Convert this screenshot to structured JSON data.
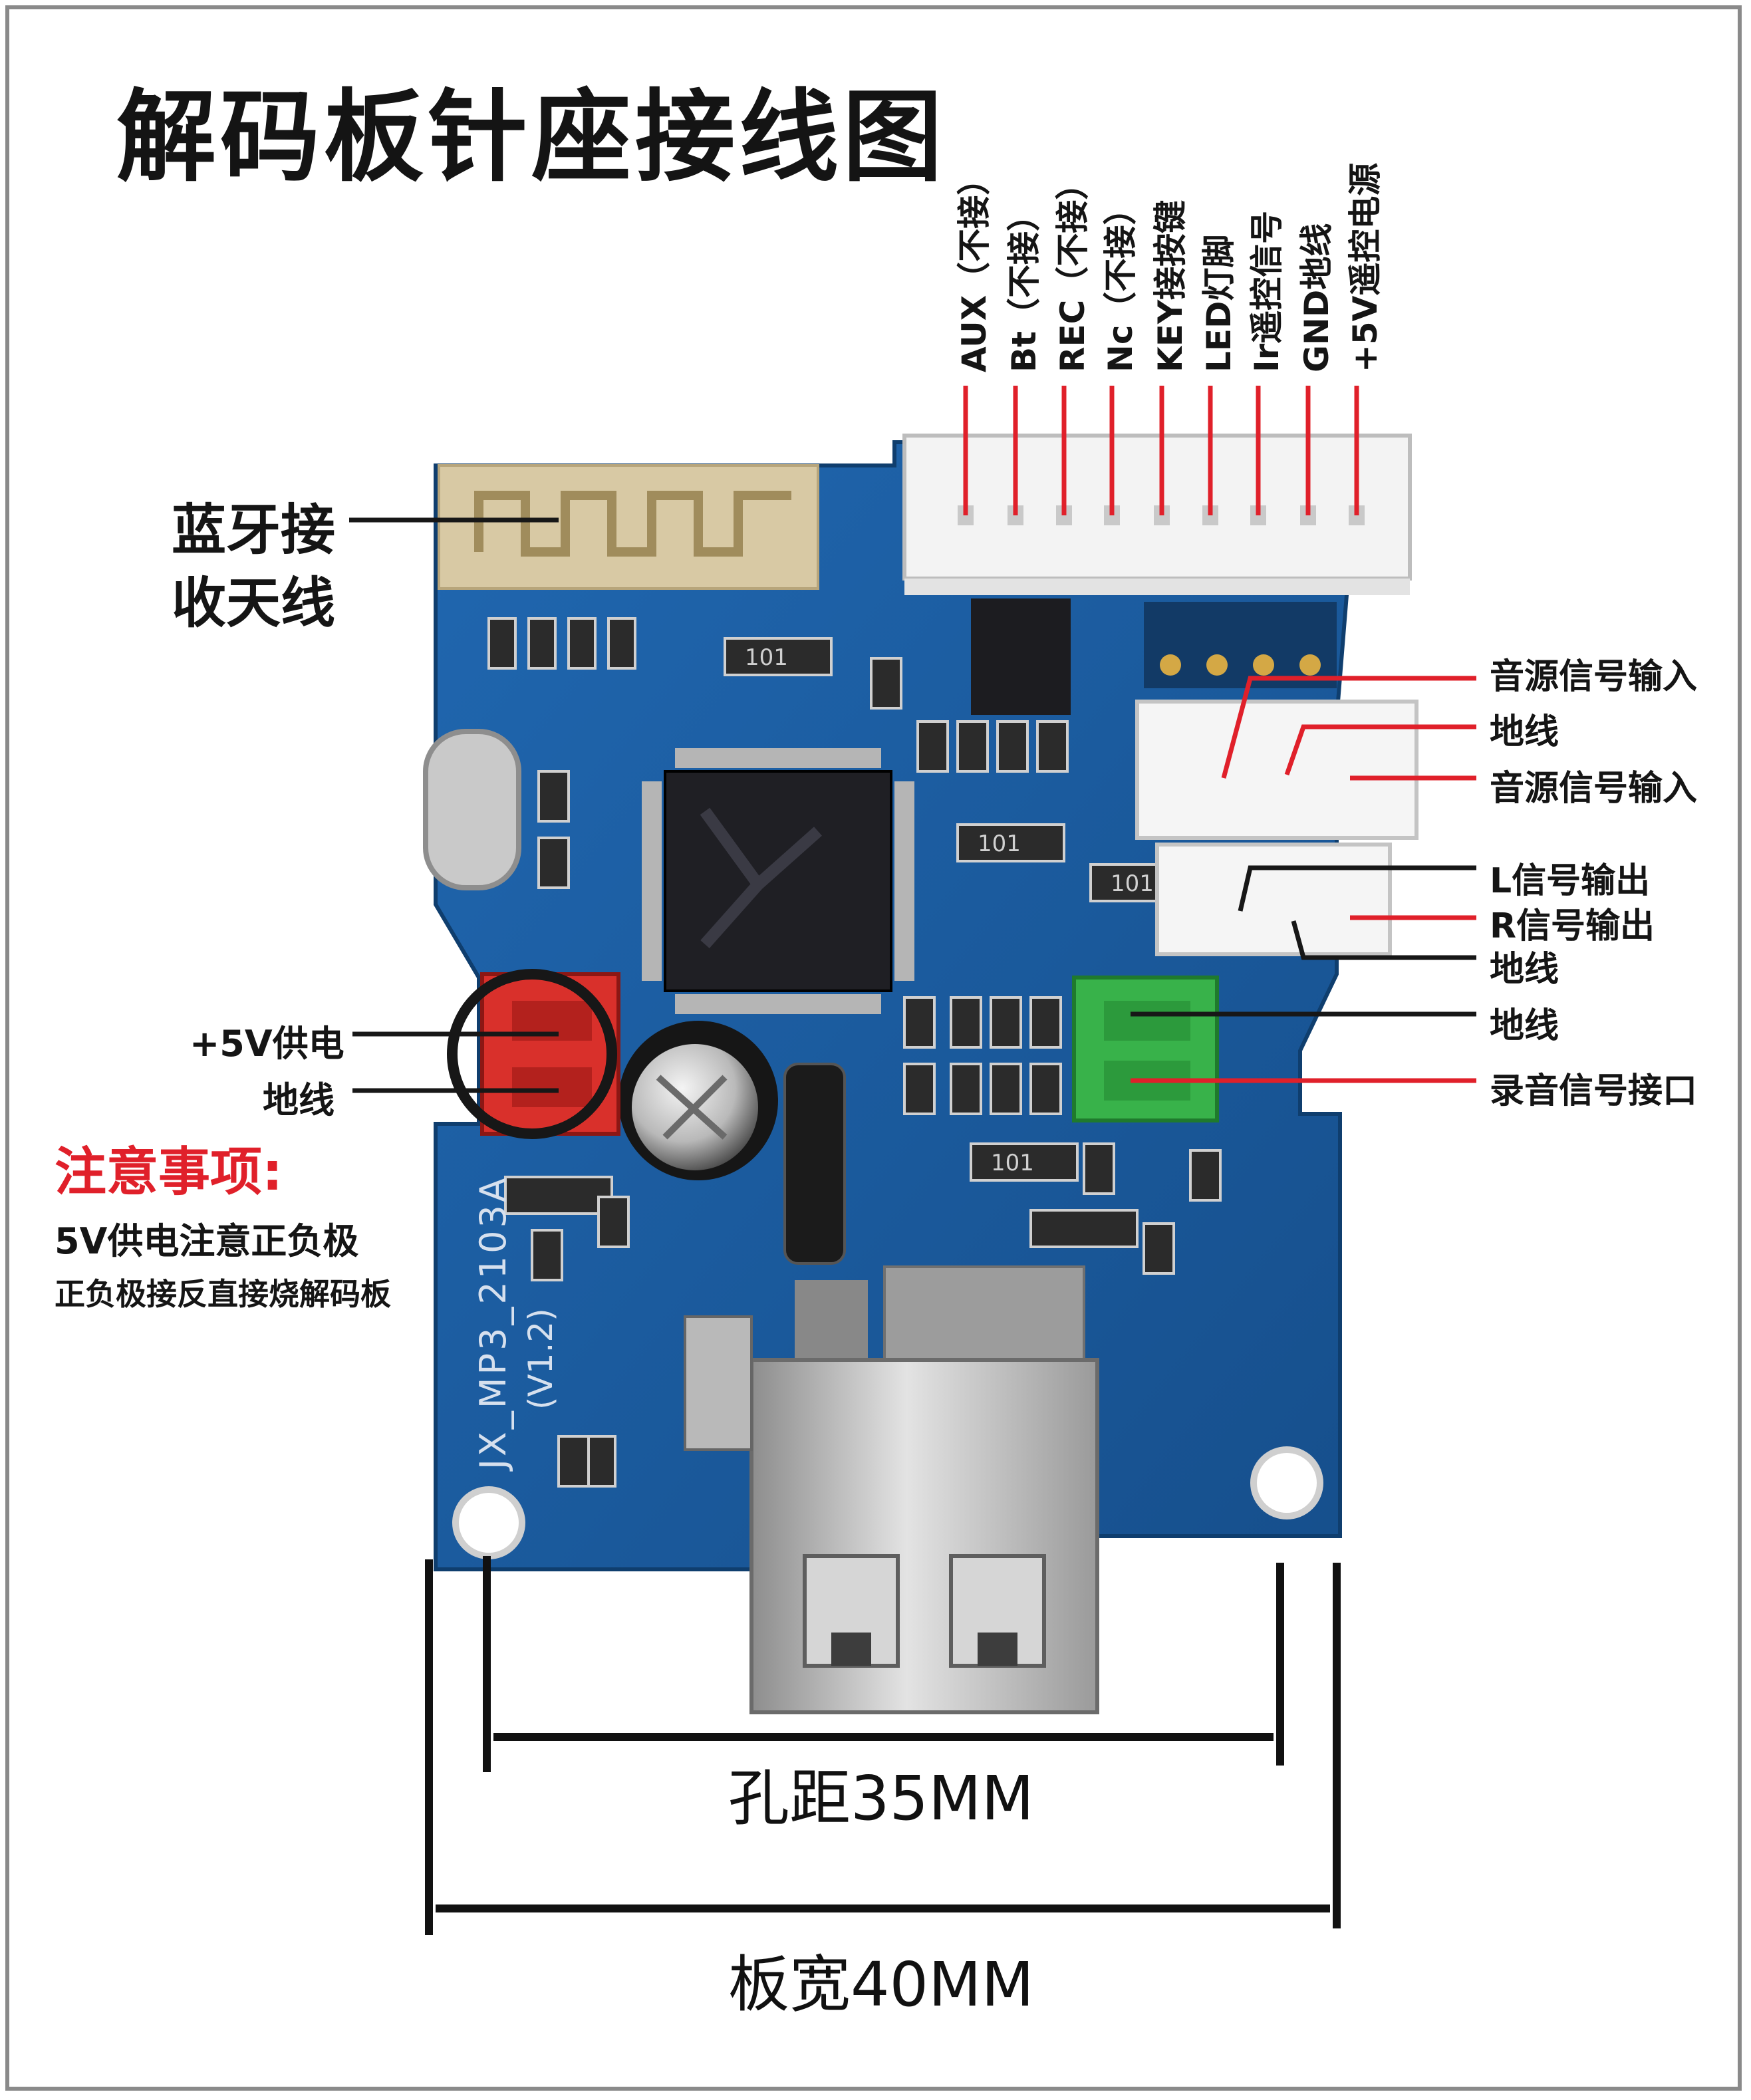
{
  "title": "解码板针座接线图",
  "top_pins": [
    "AUX（不接）",
    "Bt（不接）",
    "REC（不接）",
    "Nc（不接）",
    "KEY接按键",
    "LED灯脚",
    "Ir遥控信号",
    "GND地线",
    "+5V遥控电源"
  ],
  "antenna_label": {
    "line1": "蓝牙接",
    "line2": "收天线"
  },
  "right_labels": [
    "音源信号输入",
    "地线",
    "音源信号输入",
    "L信号输出",
    "R信号输出",
    "地线",
    "地线",
    "录音信号接口"
  ],
  "power_labels": {
    "vcc": "+5V供电",
    "gnd": "地线"
  },
  "notice": {
    "title": "注意事项:",
    "line1": "5V供电注意正负极",
    "line2": "正负极接反直接烧解码板"
  },
  "board": {
    "silkscreen_model": "JX_MP3_2103A",
    "silkscreen_version": "(V1.2)",
    "chip_marks": [
      "101",
      "101",
      "101",
      "101"
    ]
  },
  "dimensions": {
    "hole_spacing": "孔距35MM",
    "board_width": "板宽40MM"
  },
  "colors": {
    "pcb": "#1a5aa0",
    "pcb_dark": "#124578",
    "header_white": "#f2f2f2",
    "power_connector": "#d9302b",
    "record_connector": "#37b44a",
    "label_line_red": "#e0202a",
    "text": "#151515"
  }
}
